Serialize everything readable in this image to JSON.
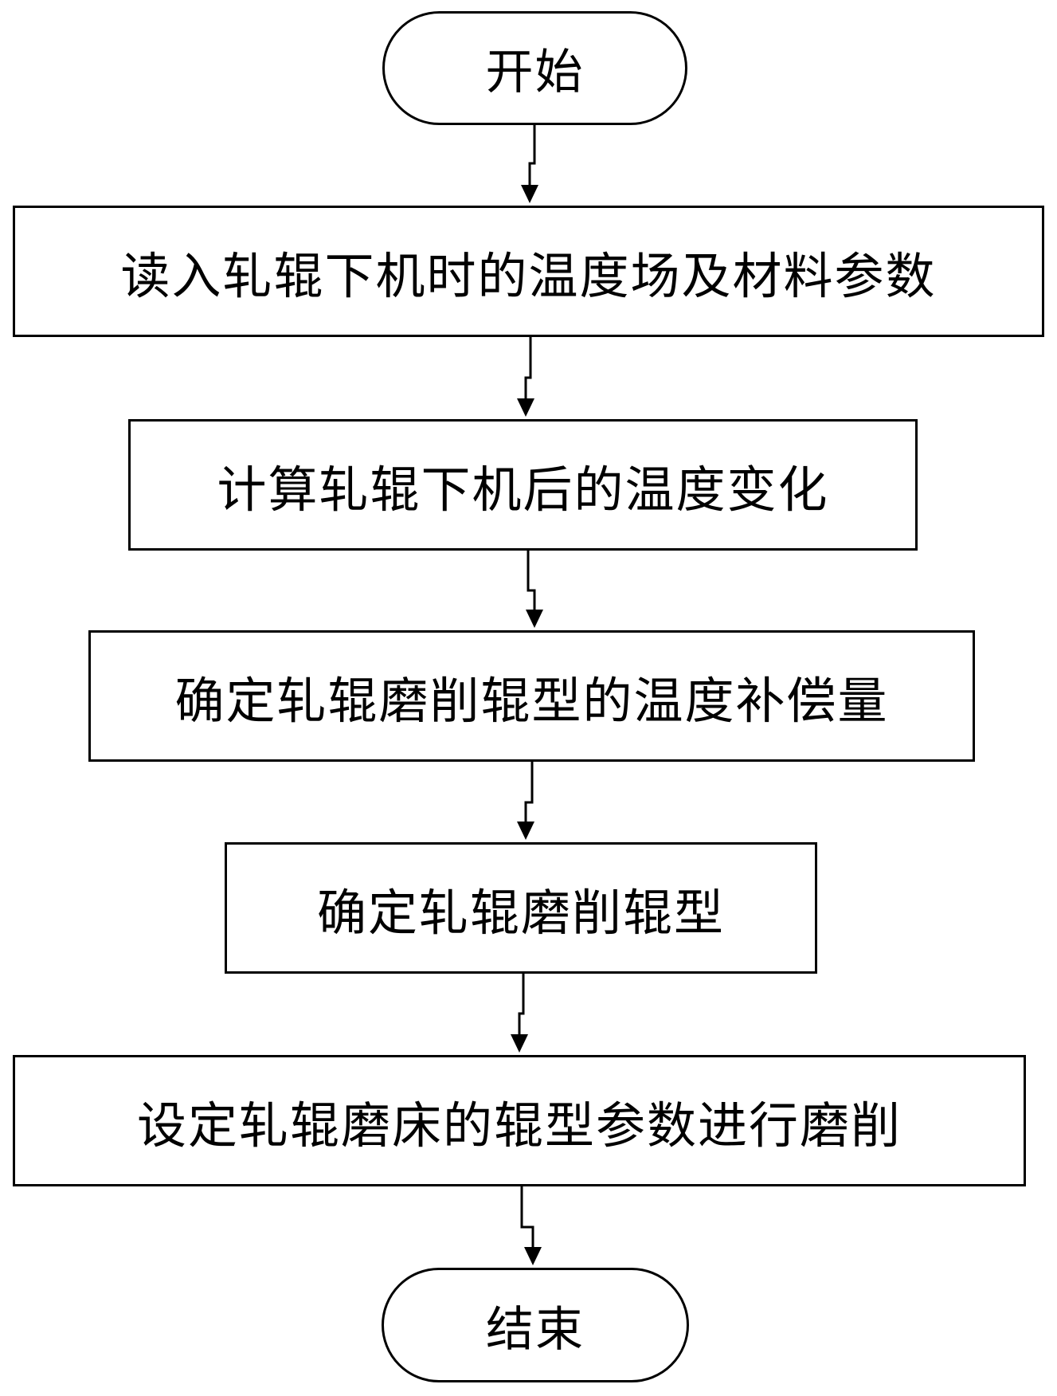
{
  "flowchart": {
    "start": "开始",
    "steps": [
      "读入轧辊下机时的温度场及材料参数",
      "计算轧辊下机后的温度变化",
      "确定轧辊磨削辊型的温度补偿量",
      "确定轧辊磨削辊型",
      "设定轧辊磨床的辊型参数进行磨削"
    ],
    "end": "结束"
  }
}
